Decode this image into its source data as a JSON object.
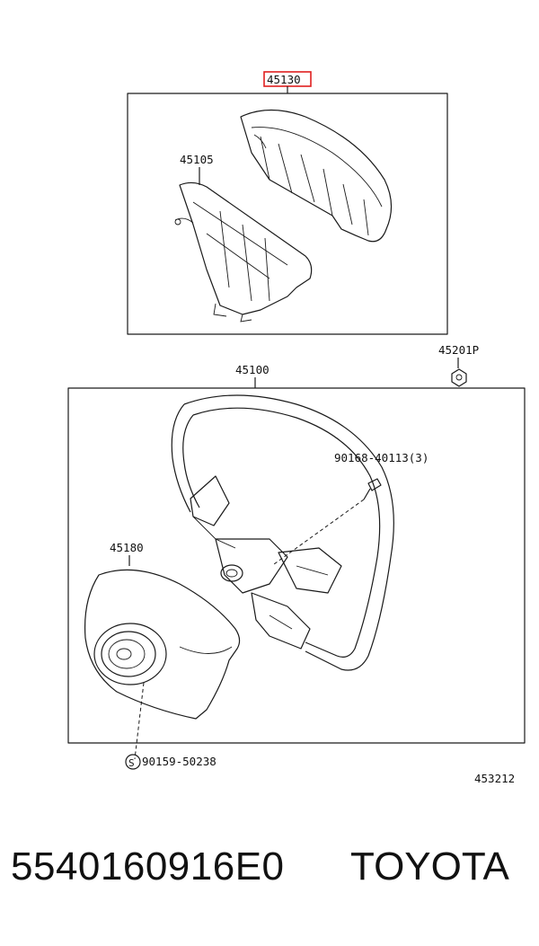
{
  "diagram": {
    "labels": {
      "part_45130": "45130",
      "part_45105": "45105",
      "part_45201p": "45201P",
      "part_45100": "45100",
      "part_90168": "90168-40113(3)",
      "part_45180": "45180",
      "screw_mark": "S",
      "part_90159": "90159-50238",
      "figure_ref": "453212"
    },
    "highlight_color": "#e02020"
  },
  "footer": {
    "part_number": "5540160916E0",
    "brand": "TOYOTA"
  }
}
